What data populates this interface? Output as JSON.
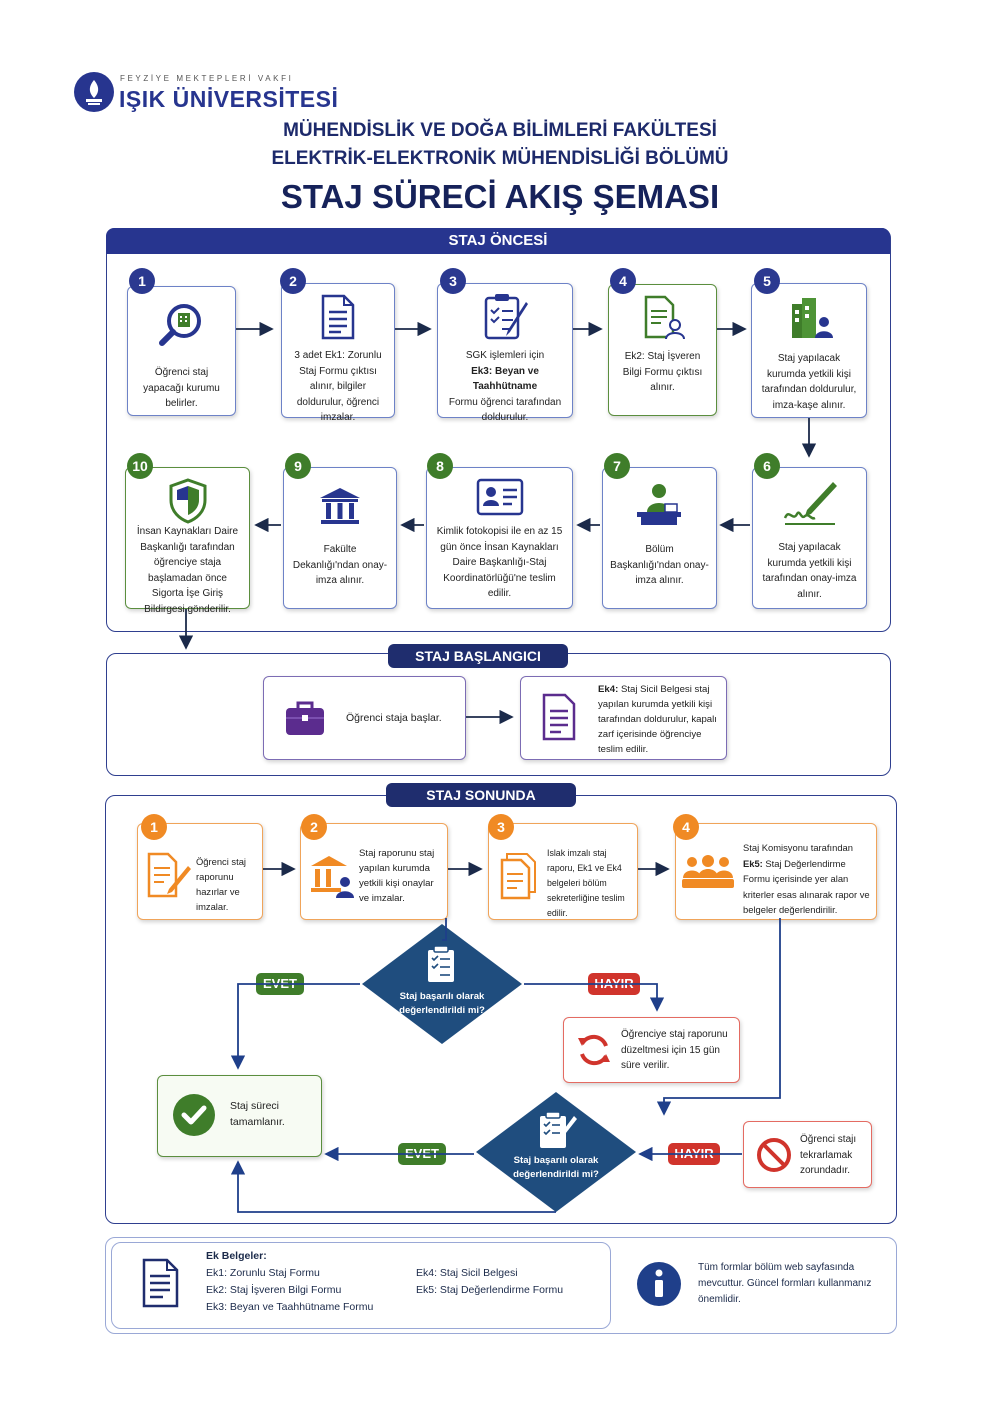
{
  "logo": {
    "small": "FEYZİYE MEKTEPLERİ VAKFI",
    "big": "IŞIK ÜNİVERSİTESİ"
  },
  "header": {
    "faculty": "MÜHENDİSLİK VE DOĞA BİLİMLERİ FAKÜLTESİ",
    "department": "ELEKTRİK-ELEKTRONİK MÜHENDİSLİĞİ BÖLÜMÜ",
    "title": "STAJ SÜRECİ AKIŞ ŞEMASI"
  },
  "before": {
    "title": "STAJ ÖNCESİ",
    "steps": [
      {
        "num": "1",
        "text": "Öğrenci staj yapacağı kurumu belirler.",
        "icon": "search-building-icon"
      },
      {
        "num": "2",
        "text": "3 adet Ek1: Zorunlu Staj Formu çıktısı alınır, bilgiler doldurulur, öğrenci imzalar.",
        "icon": "document-icon"
      },
      {
        "num": "3",
        "text_pre": "SGK işlemleri için",
        "text_bold": "Ek3: Beyan ve Taahhütname",
        "text_post": "Formu öğrenci tarafından doldurulur.",
        "icon": "clipboard-pen-icon"
      },
      {
        "num": "4",
        "text": "Ek2: Staj İşveren Bilgi Formu çıktısı alınır.",
        "icon": "form-user-icon"
      },
      {
        "num": "5",
        "text": "Staj yapılacak kurumda yetkili kişi tarafından doldurulur, imza-kaşe alınır.",
        "icon": "company-user-icon"
      },
      {
        "num": "6",
        "text": "Staj yapılacak kurumda yetkili kişi tarafından onay-imza alınır.",
        "icon": "signature-pen-icon"
      },
      {
        "num": "7",
        "text": "Bölüm Başkanlığı'ndan onay-imza alınır.",
        "icon": "person-desk-icon"
      },
      {
        "num": "8",
        "text": "Kimlik fotokopisi ile en az 15 gün önce İnsan Kaynakları Daire Başkanlığı-Staj Koordinatörlüğü'ne teslim edilir.",
        "icon": "id-card-icon"
      },
      {
        "num": "9",
        "text": "Fakülte Dekanlığı'ndan onay-imza alınır.",
        "icon": "institution-icon"
      },
      {
        "num": "10",
        "text": "İnsan Kaynakları Daire Başkanlığı tarafından öğrenciye staja başlamadan önce Sigorta İşe Giriş Bildirgesi gönderilir.",
        "icon": "shield-icon"
      }
    ]
  },
  "start": {
    "title": "STAJ BAŞLANGICI",
    "step1": "Öğrenci staja başlar.",
    "step2_bold": "Ek4:",
    "step2": "Staj Sicil Belgesi staj yapılan kurumda yetkili kişi tarafından doldurulur, kapalı zarf içerisinde öğrenciye teslim edilir."
  },
  "end": {
    "title": "STAJ SONUNDA",
    "steps": [
      {
        "num": "1",
        "text": "Öğrenci staj raporunu hazırlar ve imzalar."
      },
      {
        "num": "2",
        "text": "Staj raporunu staj yapılan kurumda yetkili kişi onaylar ve imzalar."
      },
      {
        "num": "3",
        "text": "Islak imzalı staj raporu, Ek1 ve Ek4 belgeleri bölüm sekreterliğine teslim edilir."
      },
      {
        "num": "4",
        "text_pre": "Staj Komisyonu tarafından",
        "text_bold": "Ek5:",
        "text_post": "Staj Değerlendirme Formu içerisinde yer alan kriterler esas alınarak rapor ve belgeler değerlendirilir."
      }
    ],
    "decision1": "Staj başarılı olarak değerlendirildi mi?",
    "decision2": "Staj başarılı olarak değerlendirildi mi?",
    "yes": "EVET",
    "no": "HAYIR",
    "complete": "Staj süreci tamamlanır.",
    "revise": "Öğrenciye staj raporunu düzeltmesi için 15 gün süre verilir.",
    "repeat": "Öğrenci stajı tekrarlamak zorundadır."
  },
  "footer": {
    "title": "Ek Belgeler:",
    "ek1": "Ek1: Zorunlu Staj Formu",
    "ek2": "Ek2: Staj İşveren Bilgi Formu",
    "ek3": "Ek3: Beyan ve Taahhütname Formu",
    "ek4": "Ek4: Staj Sicil Belgesi",
    "ek5": "Ek5: Staj Değerlendirme Formu",
    "info": "Tüm formlar bölüm web sayfasında mevcuttur. Güncel formları kullanmanız önemlidir."
  },
  "colors": {
    "navy": "#27358f",
    "green": "#3f7d2a",
    "orange": "#f08a24",
    "red": "#d0342c",
    "purple": "#5b2c8e"
  }
}
